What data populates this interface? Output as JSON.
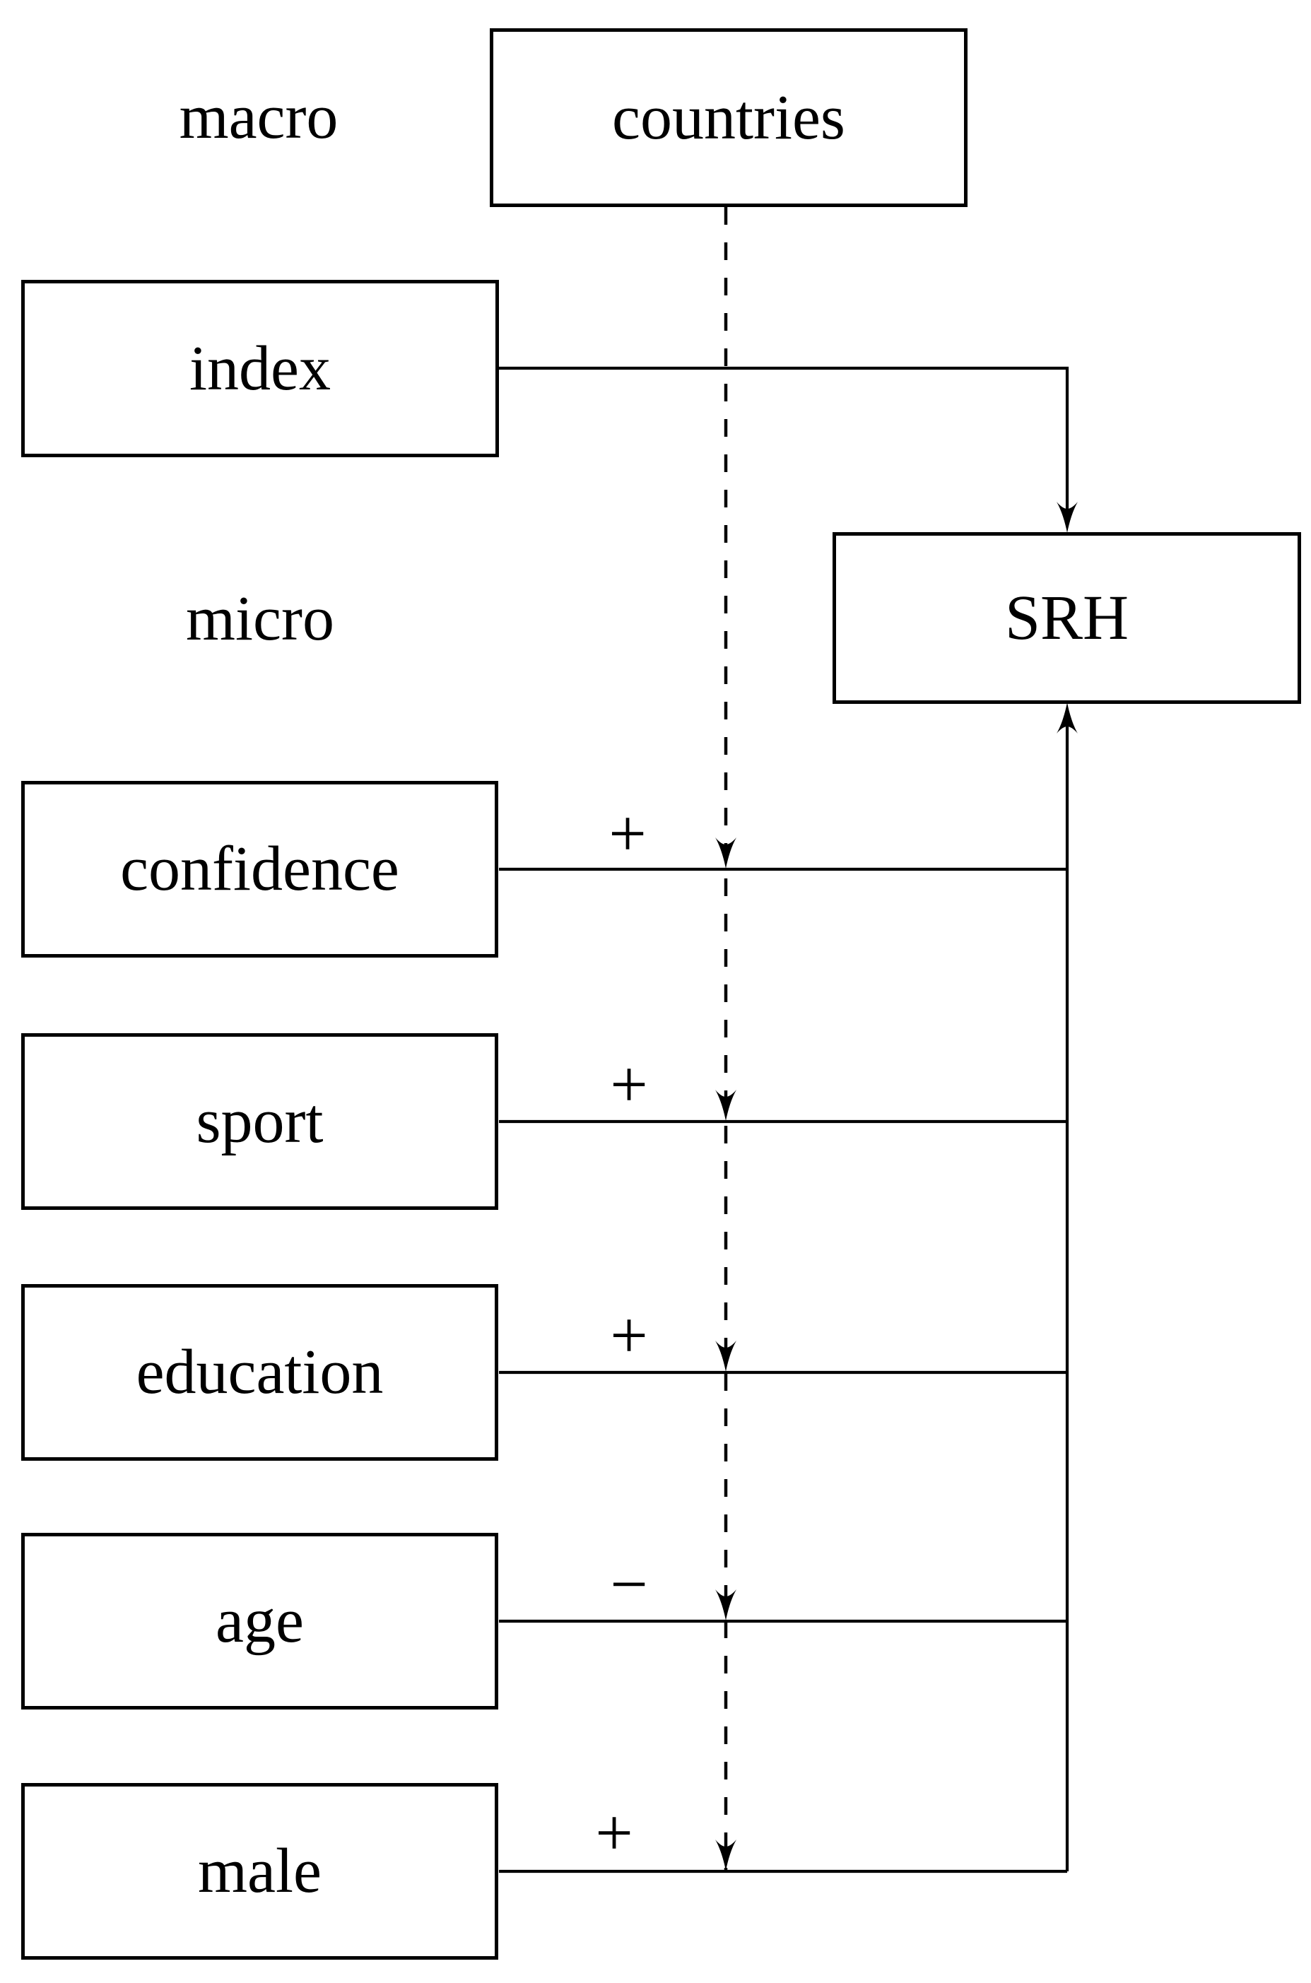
{
  "diagram": {
    "colors": {
      "ink": "#000000",
      "background": "#ffffff"
    },
    "levels": {
      "macro": "macro",
      "micro": "micro"
    },
    "nodes": {
      "countries": {
        "label": "countries"
      },
      "index": {
        "label": "index"
      },
      "srh": {
        "label": "SRH"
      },
      "confidence": {
        "label": "confidence"
      },
      "sport": {
        "label": "sport"
      },
      "education": {
        "label": "education"
      },
      "age": {
        "label": "age"
      },
      "male": {
        "label": "male"
      }
    },
    "edges": [
      {
        "id": "index-srh",
        "from": "index",
        "to": "SRH",
        "sign": "",
        "style": "solid"
      },
      {
        "id": "confidence-srh",
        "from": "confidence",
        "to": "SRH",
        "sign": "+",
        "style": "solid"
      },
      {
        "id": "sport-srh",
        "from": "sport",
        "to": "SRH",
        "sign": "+",
        "style": "solid"
      },
      {
        "id": "education-srh",
        "from": "education",
        "to": "SRH",
        "sign": "+",
        "style": "solid"
      },
      {
        "id": "age-srh",
        "from": "age",
        "to": "SRH",
        "sign": "−",
        "style": "solid"
      },
      {
        "id": "male-srh",
        "from": "male",
        "to": "SRH",
        "sign": "+",
        "style": "solid"
      },
      {
        "id": "countries-moderation",
        "from": "countries",
        "to": "micro-level paths",
        "sign": "",
        "style": "dashed"
      }
    ]
  }
}
